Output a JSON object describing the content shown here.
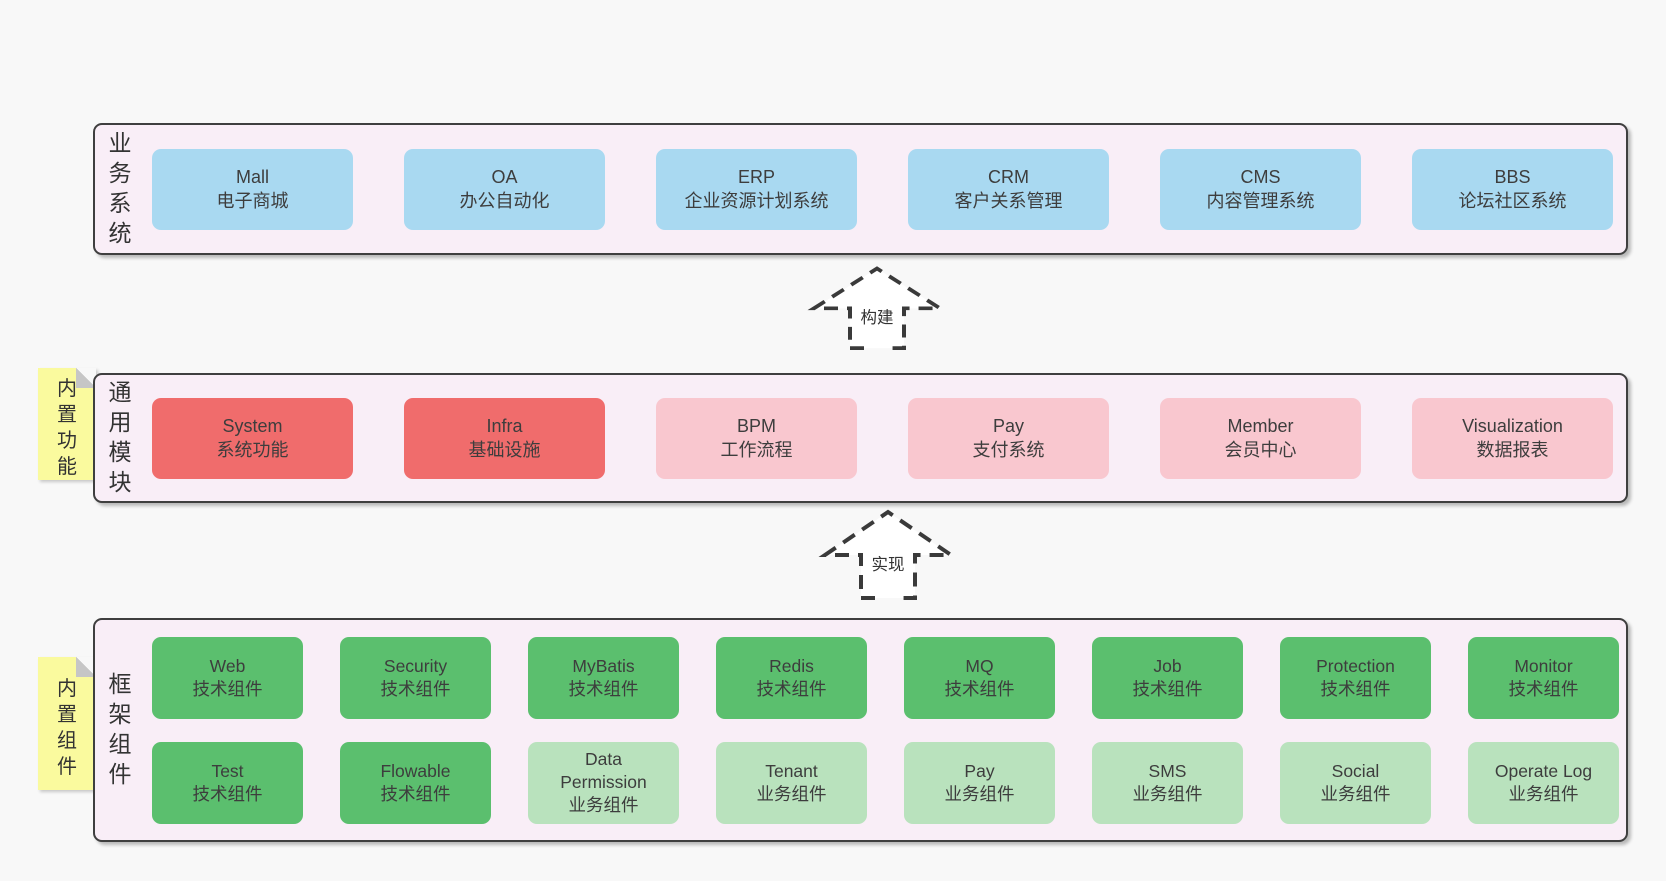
{
  "colors": {
    "page_bg": "#f8f8f8",
    "band_bg": "#f9eef7",
    "band_border": "#3f3f3f",
    "box_blue": "#a9d9f1",
    "box_red": "#f06c6c",
    "box_pink": "#f9c7cf",
    "box_green_dark": "#5bbf6e",
    "box_green_light": "#b9e2bd",
    "sticky_yellow": "#fafa9e",
    "sticky_fold": "#c6c6c6",
    "text": "#3d3d3d"
  },
  "arrows": [
    {
      "label": "构建"
    },
    {
      "label": "实现"
    }
  ],
  "bands": [
    {
      "label": "业务系统",
      "boxes": [
        {
          "title": "Mall",
          "subtitle": "电子商城"
        },
        {
          "title": "OA",
          "subtitle": "办公自动化"
        },
        {
          "title": "ERP",
          "subtitle": "企业资源计划系统"
        },
        {
          "title": "CRM",
          "subtitle": "客户关系管理"
        },
        {
          "title": "CMS",
          "subtitle": "内容管理系统"
        },
        {
          "title": "BBS",
          "subtitle": "论坛社区系统"
        }
      ]
    },
    {
      "label": "通用模块",
      "sticky": "内置功能",
      "boxes": [
        {
          "title": "System",
          "subtitle": "系统功能"
        },
        {
          "title": "Infra",
          "subtitle": "基础设施"
        },
        {
          "title": "BPM",
          "subtitle": "工作流程"
        },
        {
          "title": "Pay",
          "subtitle": "支付系统"
        },
        {
          "title": "Member",
          "subtitle": "会员中心"
        },
        {
          "title": "Visualization",
          "subtitle": "数据报表"
        }
      ]
    },
    {
      "label": "框架组件",
      "sticky": "内置组件",
      "rows": [
        [
          {
            "title": "Web",
            "subtitle": "技术组件"
          },
          {
            "title": "Security",
            "subtitle": "技术组件"
          },
          {
            "title": "MyBatis",
            "subtitle": "技术组件"
          },
          {
            "title": "Redis",
            "subtitle": "技术组件"
          },
          {
            "title": "MQ",
            "subtitle": "技术组件"
          },
          {
            "title": "Job",
            "subtitle": "技术组件"
          },
          {
            "title": "Protection",
            "subtitle": "技术组件"
          },
          {
            "title": "Monitor",
            "subtitle": "技术组件"
          }
        ],
        [
          {
            "title": "Test",
            "subtitle": "技术组件"
          },
          {
            "title": "Flowable",
            "subtitle": "技术组件"
          },
          {
            "title": "Data Permission",
            "subtitle": "业务组件"
          },
          {
            "title": "Tenant",
            "subtitle": "业务组件"
          },
          {
            "title": "Pay",
            "subtitle": "业务组件"
          },
          {
            "title": "SMS",
            "subtitle": "业务组件"
          },
          {
            "title": "Social",
            "subtitle": "业务组件"
          },
          {
            "title": "Operate Log",
            "subtitle": "业务组件"
          }
        ]
      ]
    }
  ]
}
